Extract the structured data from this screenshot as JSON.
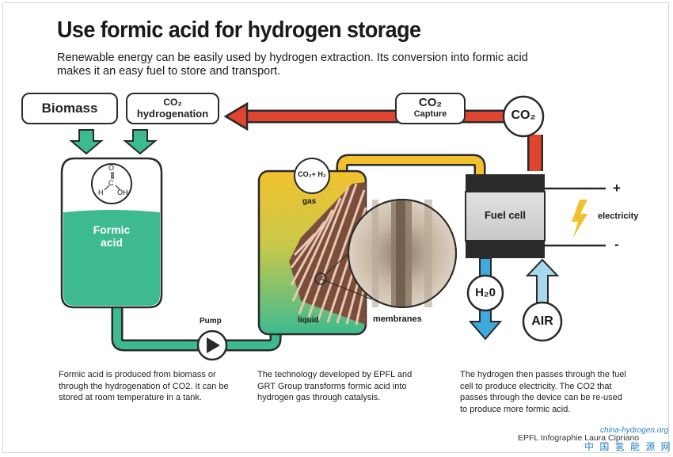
{
  "title": "Use formic acid for hydrogen storage",
  "subtitle": "Renewable energy can be easily used by hydrogen extraction. Its conversion into formic acid makes it an easy fuel to store and transport.",
  "boxes": {
    "biomass": "Biomass",
    "co2_hydrogenation_line1": "CO₂",
    "co2_hydrogenation_line2": "hydrogenation",
    "co2_capture_line1": "CO₂",
    "co2_capture_line2": "Capture"
  },
  "circles": {
    "co2": "CO₂",
    "co2_h2": "CO₂+ H₂",
    "h2o": "H₂0",
    "air": "AIR"
  },
  "tank": {
    "label_line1": "Formic",
    "label_line2": "acid",
    "molecule_o": "O",
    "molecule_h": "H",
    "molecule_c": "C",
    "molecule_oh": "OH"
  },
  "reactor": {
    "gas_label": "gas",
    "liquid_label": "liquid",
    "membranes_label": "membranes"
  },
  "pump_label": "Pump",
  "fuel_cell": {
    "label": "Fuel cell",
    "plus": "+",
    "minus": "-",
    "electricity": "electricity"
  },
  "captions": {
    "left": "Formic acid is produced from biomass or through the hydrogenation of CO2. It can be stored at room temperature in a tank.",
    "middle": "The technology developed by EPFL and GRT Group transforms formic acid into hydrogen gas through catalysis.",
    "right": "The hydrogen then passes through the fuel cell to produce electricity. The CO2 that passes through the device can be re-used to produce more formic acid."
  },
  "credit": "EPFL Infographie Laura Cipriano",
  "watermark": {
    "url": "china-hydrogen.org",
    "cn": "中 国 氢 能 源 网"
  },
  "colors": {
    "green": "#3dba8f",
    "yellow": "#f2c12e",
    "red": "#e04530",
    "blue": "#3fa9dd",
    "lightblue": "#a8d8ee",
    "dark": "#2a2a2a"
  }
}
